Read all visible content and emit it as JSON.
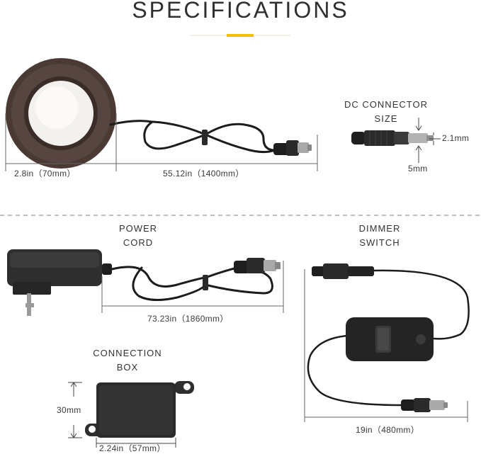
{
  "header": {
    "title": "SPECIFICATIONS",
    "accent_color": "#f2c200"
  },
  "puck_light": {
    "diameter_label": "2.8in（70mm）",
    "cable_label": "55.12in（1400mm）",
    "finish_color": "#4a3a33"
  },
  "dc_connector": {
    "title_line1": "DC CONNECTOR",
    "title_line2": "SIZE",
    "inner_label": "2.1mm",
    "outer_label": "5mm"
  },
  "power_cord": {
    "title_line1": "POWER",
    "title_line2": "CORD",
    "length_label": "73.23in（1860mm）"
  },
  "dimmer_switch": {
    "title_line1": "DIMMER",
    "title_line2": "SWITCH",
    "length_label": "19in（480mm）"
  },
  "connection_box": {
    "title_line1": "CONNECTION",
    "title_line2": "BOX",
    "height_label": "30mm",
    "width_label": "2.24in（57mm）"
  }
}
